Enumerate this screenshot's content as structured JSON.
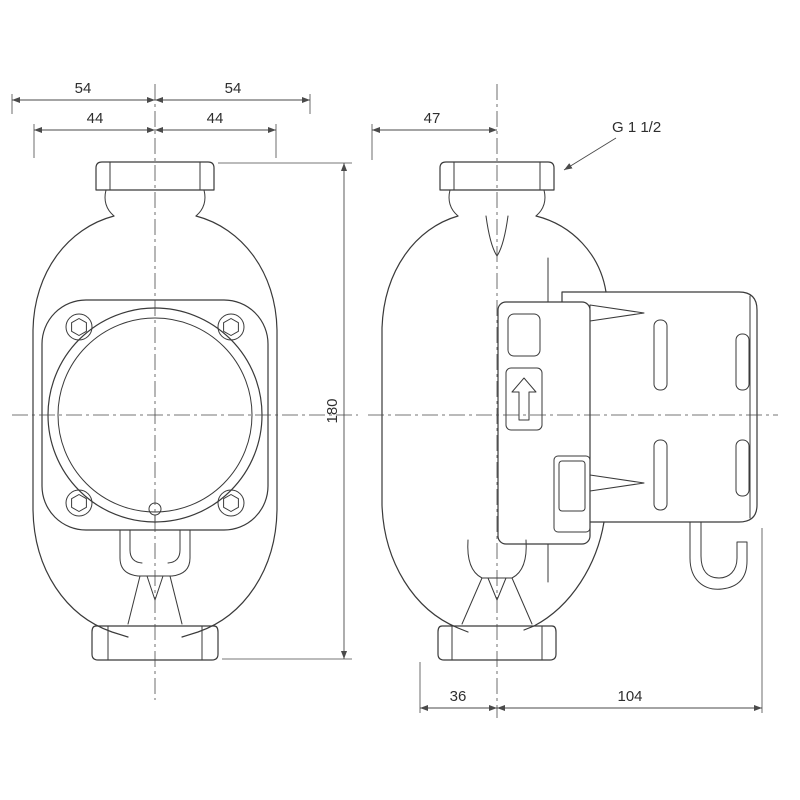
{
  "drawing": {
    "type": "pump-dimensional-drawing",
    "colors": {
      "line": "#3a3a3a",
      "dimension": "#4a4a4a",
      "background": "#ffffff"
    },
    "dimensions": {
      "front_outer_half_left": "54",
      "front_outer_half_right": "54",
      "front_inner_half_left": "44",
      "front_inner_half_right": "44",
      "front_overall_height": "180",
      "side_top_width": "47",
      "thread_size": "G 1 1/2",
      "side_bottom_left": "36",
      "side_bottom_right": "104"
    }
  }
}
